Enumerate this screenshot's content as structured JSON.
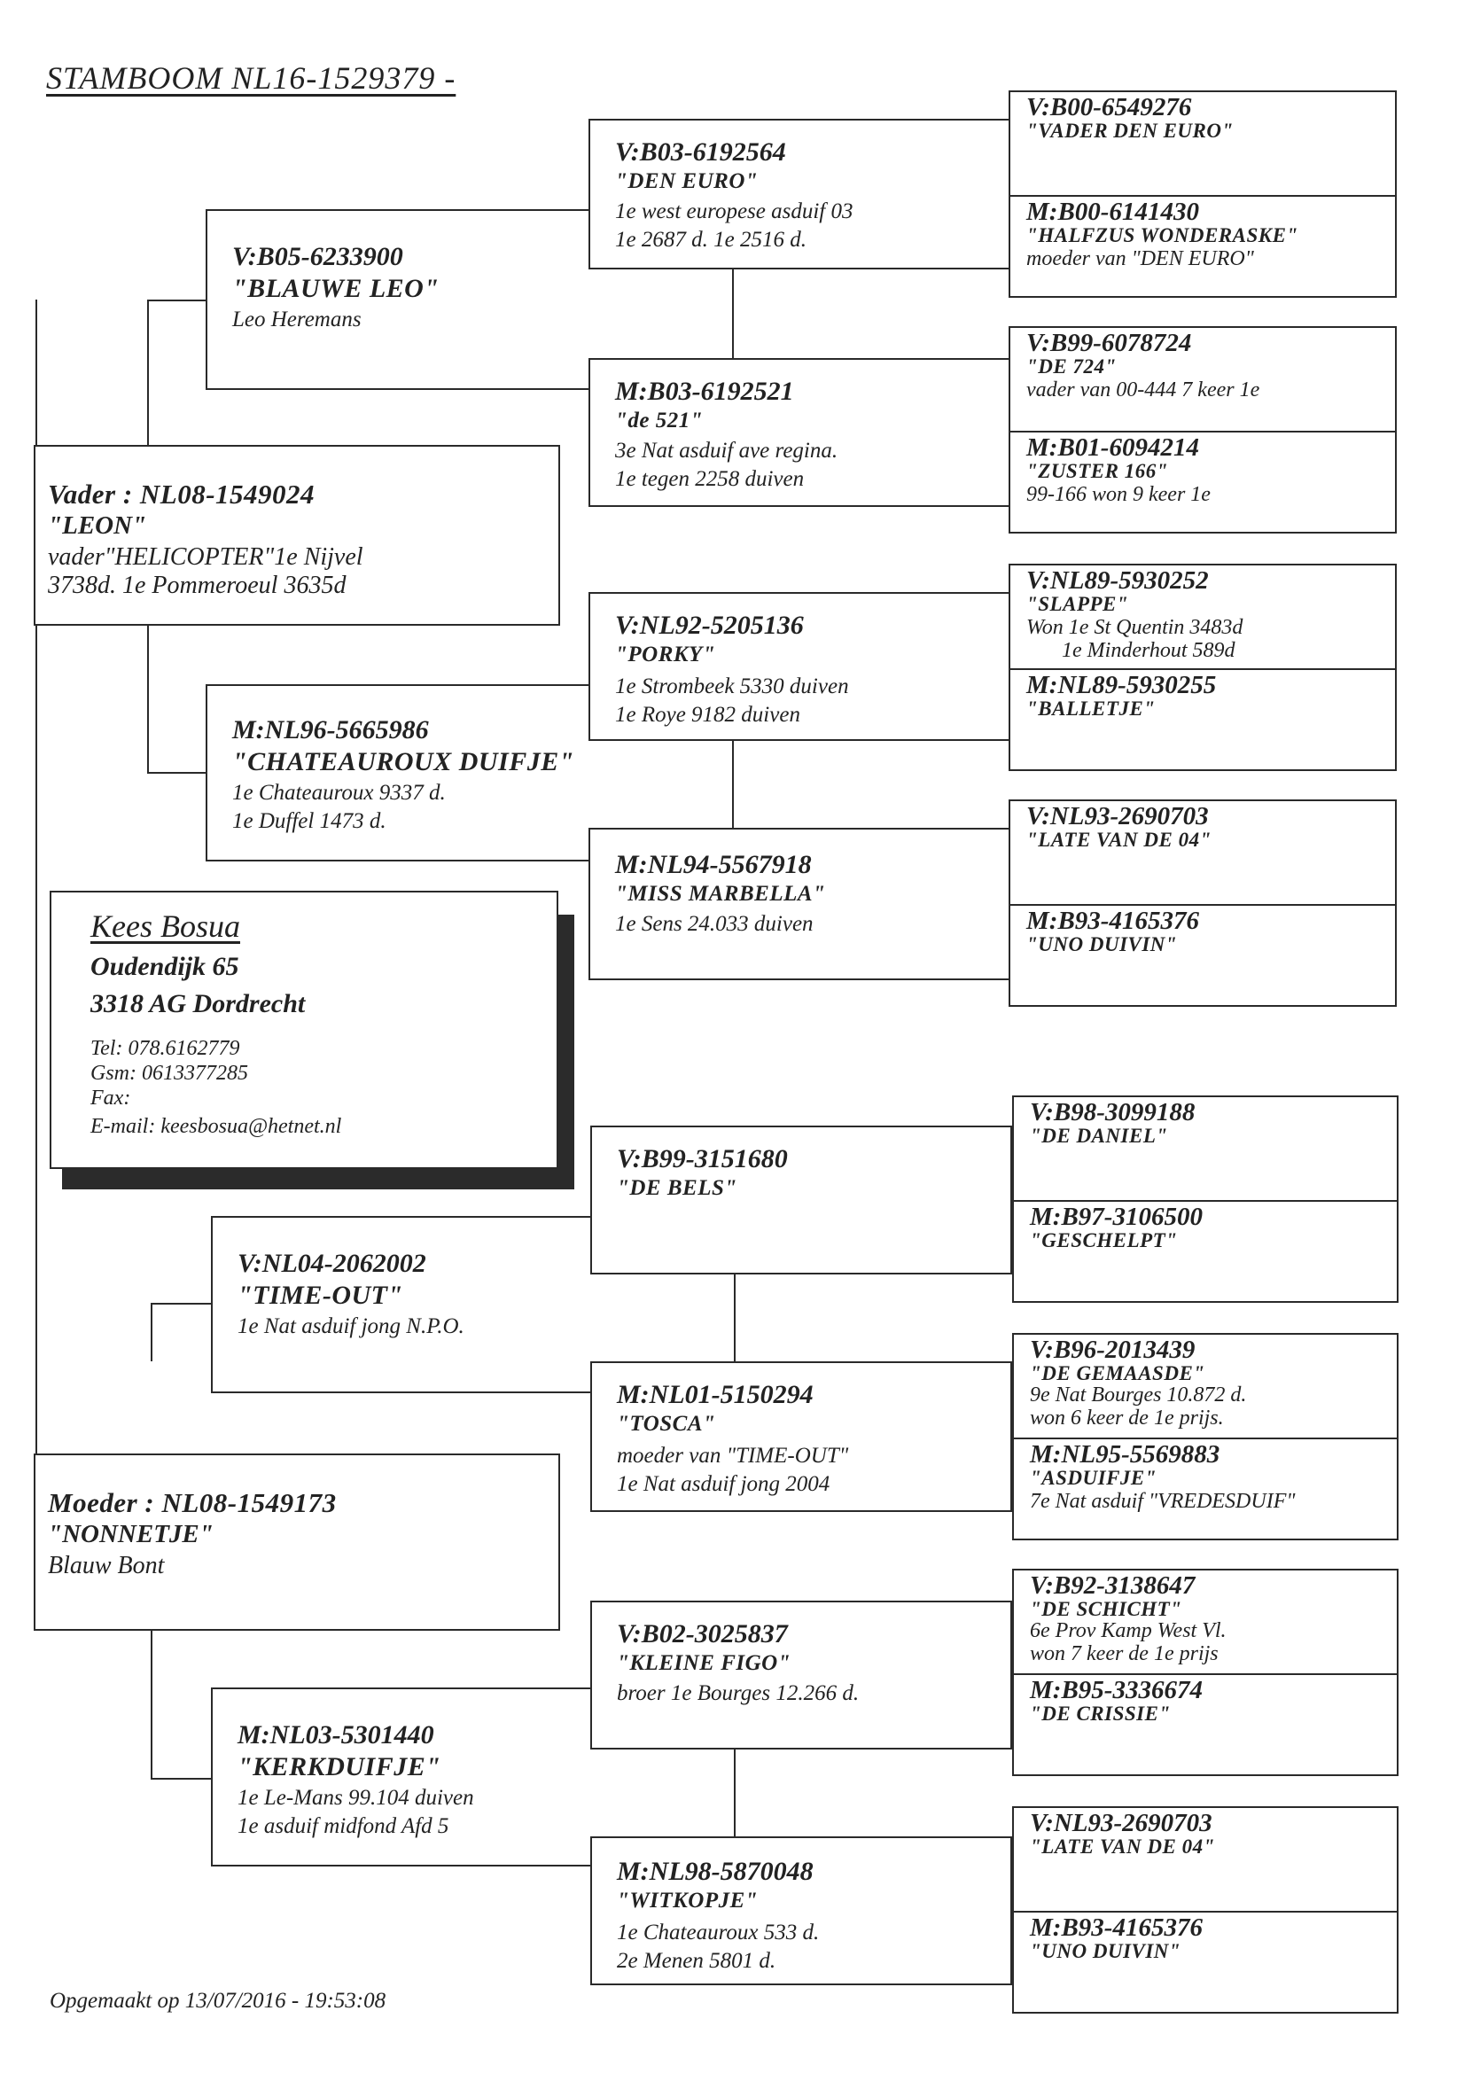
{
  "title": "STAMBOOM NL16-1529379 -",
  "footer": "Opgemaakt op 13/07/2016 - 19:53:08",
  "owner": {
    "name": "Kees Bosua",
    "street": "Oudendijk 65",
    "city": "3318 AG Dordrecht",
    "tel": "Tel: 078.6162779",
    "gsm": "Gsm: 0613377285",
    "fax": "Fax:",
    "email": "E-mail: keesbosua@hetnet.nl"
  },
  "vader": {
    "id": "Vader : NL08-1549024",
    "name": "\"LEON\"",
    "line1": "vader\"HELICOPTER\"1e Nijvel",
    "line2": "3738d. 1e Pommeroeul 3635d"
  },
  "moeder": {
    "id": "Moeder : NL08-1549173",
    "name": "\"NONNETJE\"",
    "line1": "Blauw Bont"
  },
  "gen2": {
    "vv": {
      "id": "V:B05-6233900",
      "name": "\"BLAUWE LEO\"",
      "line1": "Leo Heremans"
    },
    "vm": {
      "id": "M:NL96-5665986",
      "name": "\"CHATEAUROUX DUIFJE\"",
      "line1": "1e Chateauroux 9337 d.",
      "line2": "1e Duffel  1473 d."
    },
    "mv": {
      "id": "V:NL04-2062002",
      "name": "\"TIME-OUT\"",
      "line1": "1e Nat asduif jong N.P.O."
    },
    "mm": {
      "id": "M:NL03-5301440",
      "name": "\"KERKDUIFJE\"",
      "line1": "1e Le-Mans 99.104 duiven",
      "line2": "1e asduif midfond Afd 5"
    }
  },
  "gen3": {
    "vvv": {
      "id": "V:B03-6192564",
      "name": "\"DEN EURO\"",
      "line1": "1e west europese asduif 03",
      "line2": "1e 2687 d.  1e 2516 d."
    },
    "vvm": {
      "id": "M:B03-6192521",
      "name": "\"de 521\"",
      "line1": "3e Nat asduif ave regina.",
      "line2": "1e tegen 2258 duiven"
    },
    "vmv": {
      "id": "V:NL92-5205136",
      "name": "\"PORKY\"",
      "line1": "1e Strombeek 5330 duiven",
      "line2": "1e Roye       9182 duiven"
    },
    "vmm": {
      "id": "M:NL94-5567918",
      "name": "\"MISS MARBELLA\"",
      "line1": "1e Sens 24.033 duiven"
    },
    "mvv": {
      "id": "V:B99-3151680",
      "name": "\"DE BELS\""
    },
    "mvm": {
      "id": "M:NL01-5150294",
      "name": "\"TOSCA\"",
      "line1": "moeder van \"TIME-OUT\"",
      "line2": "1e Nat asduif jong 2004"
    },
    "mmv": {
      "id": "V:B02-3025837",
      "name": "\"KLEINE FIGO\"",
      "line1": "broer 1e Bourges 12.266 d."
    },
    "mmm": {
      "id": "M:NL98-5870048",
      "name": "\"WITKOPJE\"",
      "line1": "1e Chateauroux 533 d.",
      "line2": "2e Menen  5801 d."
    }
  },
  "gen4": [
    {
      "id": "V:B00-6549276",
      "name": "\"VADER DEN EURO\""
    },
    {
      "id": "M:B00-6141430",
      "name": "\"HALFZUS WONDERASKE\"",
      "line1": "moeder van \"DEN EURO\""
    },
    {
      "id": "V:B99-6078724",
      "name": "\"DE 724\"",
      "line1": "vader van 00-444 7 keer 1e"
    },
    {
      "id": "M:B01-6094214",
      "name": "\"ZUSTER 166\"",
      "line1": "99-166 won 9 keer 1e"
    },
    {
      "id": "V:NL89-5930252",
      "name": "\"SLAPPE\"",
      "line1": "Won  1e St Quentin  3483d",
      "line2": "1e Minderhout  589d"
    },
    {
      "id": "M:NL89-5930255",
      "name": "\"BALLETJE\""
    },
    {
      "id": "V:NL93-2690703",
      "name": "\"LATE VAN DE 04\""
    },
    {
      "id": "M:B93-4165376",
      "name": "\"UNO DUIVIN\""
    },
    {
      "id": "V:B98-3099188",
      "name": "\"DE DANIEL\""
    },
    {
      "id": "M:B97-3106500",
      "name": "\"GESCHELPT\""
    },
    {
      "id": "V:B96-2013439",
      "name": "\"DE GEMAASDE\"",
      "line1": "9e Nat Bourges 10.872 d.",
      "line2": "won 6 keer de 1e prijs."
    },
    {
      "id": "M:NL95-5569883",
      "name": "\"ASDUIFJE\"",
      "line1": "7e Nat asduif \"VREDESDUIF\""
    },
    {
      "id": "V:B92-3138647",
      "name": "\"DE SCHICHT\"",
      "line1": "6e Prov Kamp West Vl.",
      "line2": "won 7 keer de 1e prijs"
    },
    {
      "id": "M:B95-3336674",
      "name": "\"DE CRISSIE\""
    },
    {
      "id": "V:NL93-2690703",
      "name": "\"LATE VAN DE 04\""
    },
    {
      "id": "M:B93-4165376",
      "name": "\"UNO DUIVIN\""
    }
  ]
}
